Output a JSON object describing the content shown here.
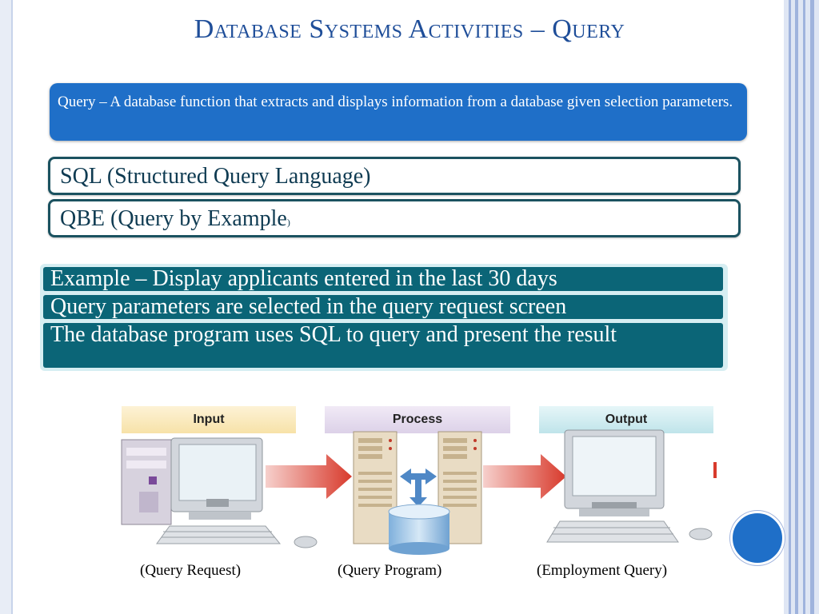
{
  "slide": {
    "title": "Database Systems Activities – Query",
    "definition": "Query – A database function that extracts and displays information from a database given selection parameters.",
    "methods": [
      {
        "label": "SQL (Structured Query Language)"
      },
      {
        "label": "QBE (Query by Example",
        "suffix": ")"
      }
    ],
    "example_lines": [
      "Example – Display applicants entered in the last 30 days",
      "Query parameters are selected in the query request screen",
      "The database program uses SQL to query and present the result"
    ],
    "diagram": {
      "stages": [
        "Input",
        "Process",
        "Output"
      ],
      "captions": [
        "(Query Request)",
        "(Query Program)",
        "(Employment Query)"
      ]
    }
  },
  "colors": {
    "title": "#1f4e99",
    "definition_bg": "#1f6fc8",
    "teal_bar": "#0b6577",
    "outline": "#1b5260"
  },
  "icons": [
    "computer-icon",
    "server-icon",
    "database-icon",
    "arrow-right-icon",
    "exchange-arrow-icon"
  ]
}
